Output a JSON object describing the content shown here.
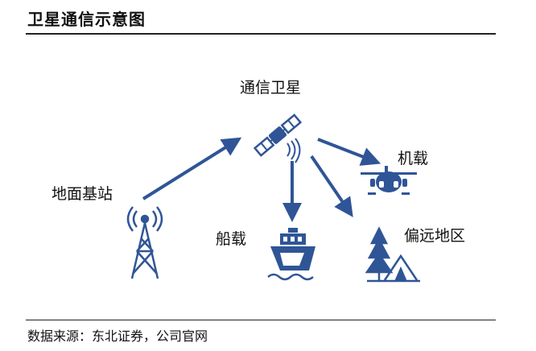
{
  "title": "卫星通信示意图",
  "source": "数据来源：东北证券，公司官网",
  "nodes": {
    "satellite": "通信卫星",
    "ground_station": "地面基站",
    "airborne": "机载",
    "shipborne": "船载",
    "remote_area": "偏远地区"
  },
  "colors": {
    "accent": "#2f5597",
    "text": "#111111"
  }
}
